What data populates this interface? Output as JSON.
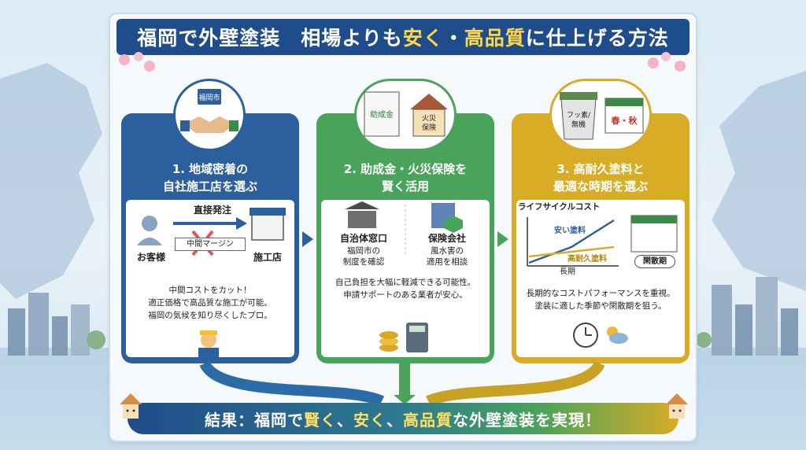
{
  "title": {
    "part1": "福岡で外壁塗装　相場よりも",
    "hl1": "安く",
    "sep": "・",
    "hl2": "高品質",
    "part2": "に仕上げる方法"
  },
  "cards": [
    {
      "heading_line1": "1. 地域密着の",
      "heading_line2": "自社施工店を選ぶ",
      "icon_label": "福岡市",
      "flow_top": "直接発注",
      "customer": "お客様",
      "middle": "中間マージン",
      "shop": "施工店",
      "desc1": "中間コストをカット！",
      "desc2": "適正価格で高品質な施工が可能。",
      "desc3": "福岡の気候を知り尽くしたプロ。"
    },
    {
      "heading_line1": "2. 助成金・火災保険を",
      "heading_line2": "賢く活用",
      "doc_label": "助成金",
      "house_label1": "火災",
      "house_label2": "保険",
      "left_title": "自治体窓口",
      "left_sub1": "福岡市の",
      "left_sub2": "制度を確認",
      "right_title": "保険会社",
      "right_sub1": "風水害の",
      "right_sub2": "適用を相談",
      "desc1": "自己負担を大幅に軽減できる可能性。",
      "desc2": "申請サポートのある業者が安心。"
    },
    {
      "heading_line1": "3. 高耐久塗料と",
      "heading_line2": "最適な時期を選ぶ",
      "bucket1": "フッ素/",
      "bucket2": "無機",
      "season": "春・秋",
      "chart_title": "ライフサイクルコスト",
      "cheap": "安い塗料",
      "durable": "高耐久塗料",
      "x_label": "長期",
      "offseason": "閑散期",
      "desc1": "長期的なコストパフォーマンスを重視。",
      "desc2": "塗装に適した季節や閑散期を狙う。"
    }
  ],
  "result": {
    "part1": "結果：福岡で",
    "hl1": "賢く",
    "sep1": "、",
    "hl2": "安く",
    "sep2": "、",
    "hl3": "高品質",
    "part2": "な外壁塗装を実現！"
  },
  "colors": {
    "navy": "#1f4c8a",
    "green": "#4aa35a",
    "gold": "#d9ac26",
    "highlight": "#ffd84a"
  }
}
